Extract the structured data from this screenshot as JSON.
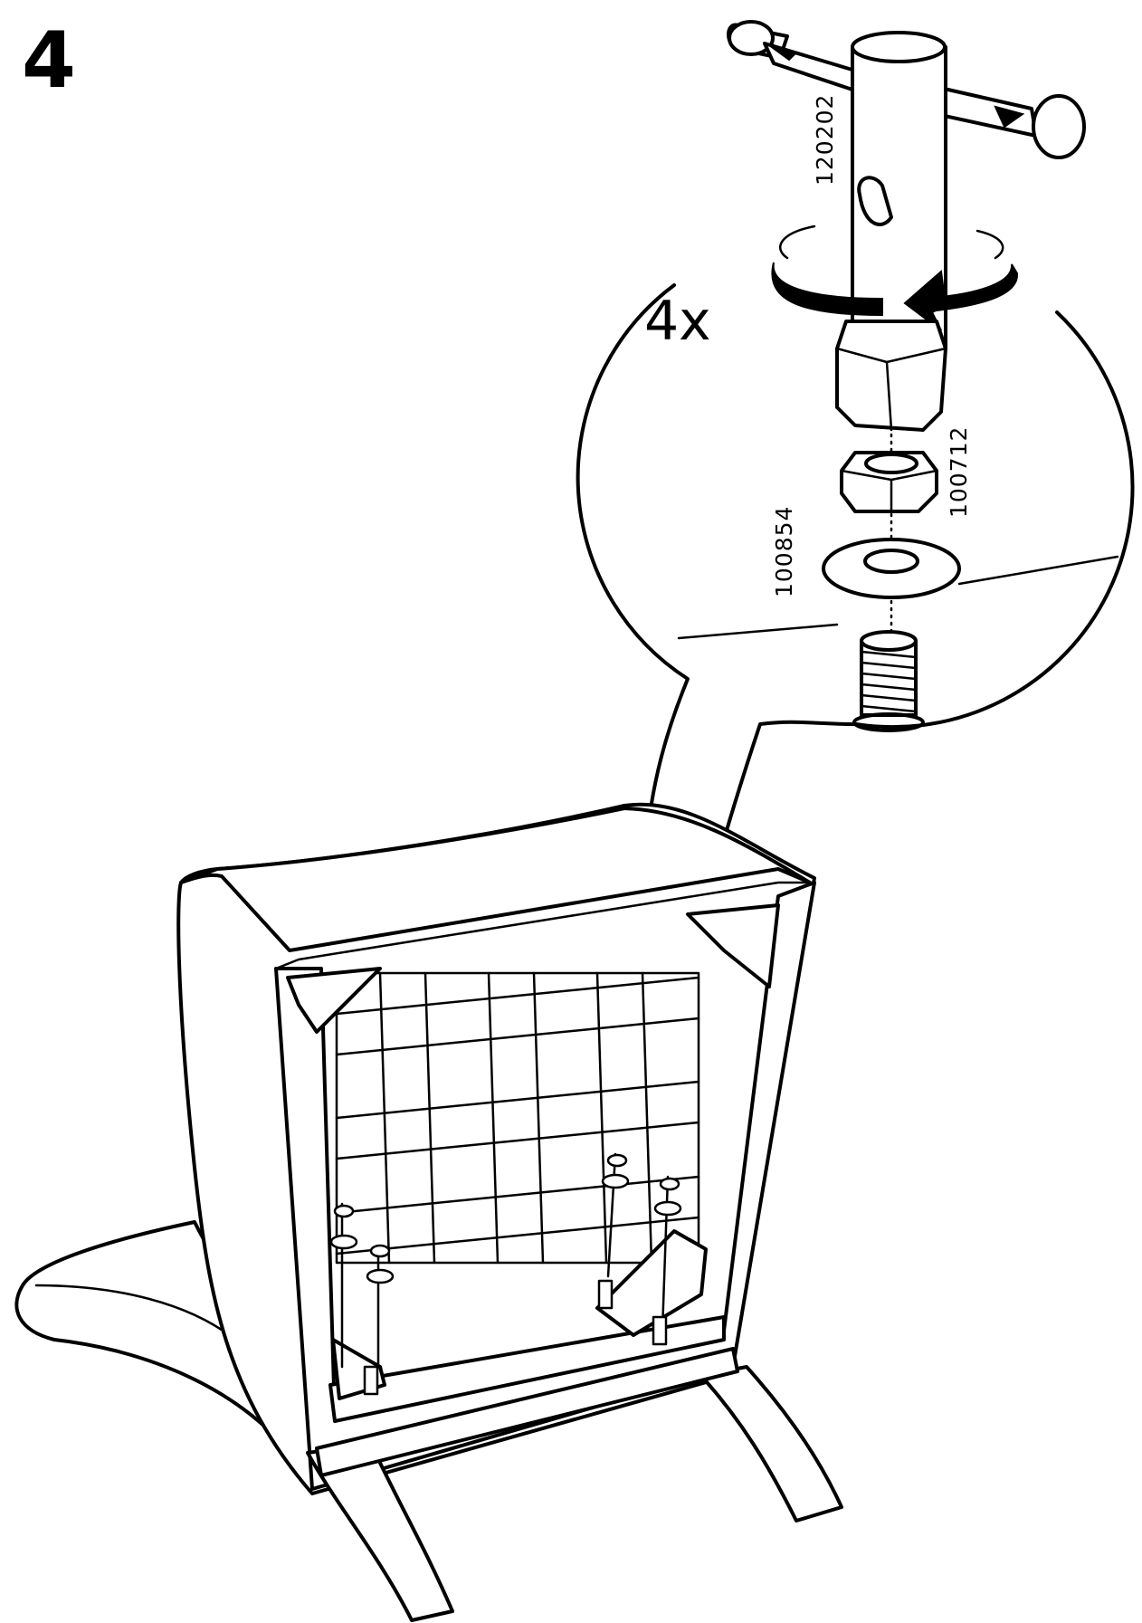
{
  "step": {
    "number": "4"
  },
  "detail": {
    "quantity": "4x",
    "parts": {
      "tool": "120202",
      "nut": "100712",
      "washer": "100854"
    }
  }
}
